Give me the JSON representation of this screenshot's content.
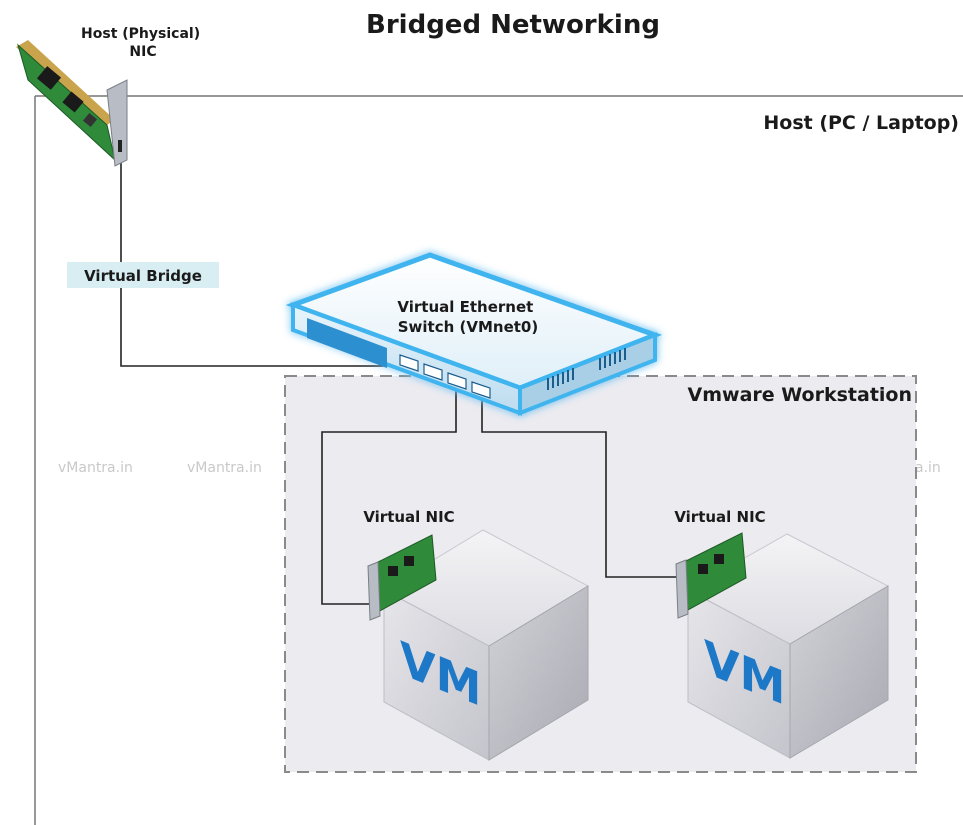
{
  "title": "Bridged Networking",
  "host_nic_label_line1": "Host (Physical)",
  "host_nic_label_line2": "NIC",
  "host_box_label": "Host (PC / Laptop)",
  "virtual_bridge_label": "Virtual Bridge",
  "switch_label_line1": "Virtual Ethernet",
  "switch_label_line2": "Switch (VMnet0)",
  "workstation_label": "Vmware Workstation",
  "vm_nic_labels": [
    "Virtual NIC",
    "Virtual NIC"
  ],
  "vm_labels": [
    "VM",
    "VM"
  ],
  "watermarks": [
    "vMantra.in",
    "vMantra.in",
    "a.in"
  ],
  "colors": {
    "switch_glow": "#3fb4ee",
    "switch_body": "#d6ecf8",
    "vm_text": "#1e78c8",
    "nic_board": "#2f8a3a",
    "bridge_bg": "#d8eef3",
    "workstation_bg": "#ecebf0",
    "line": "#222222"
  }
}
